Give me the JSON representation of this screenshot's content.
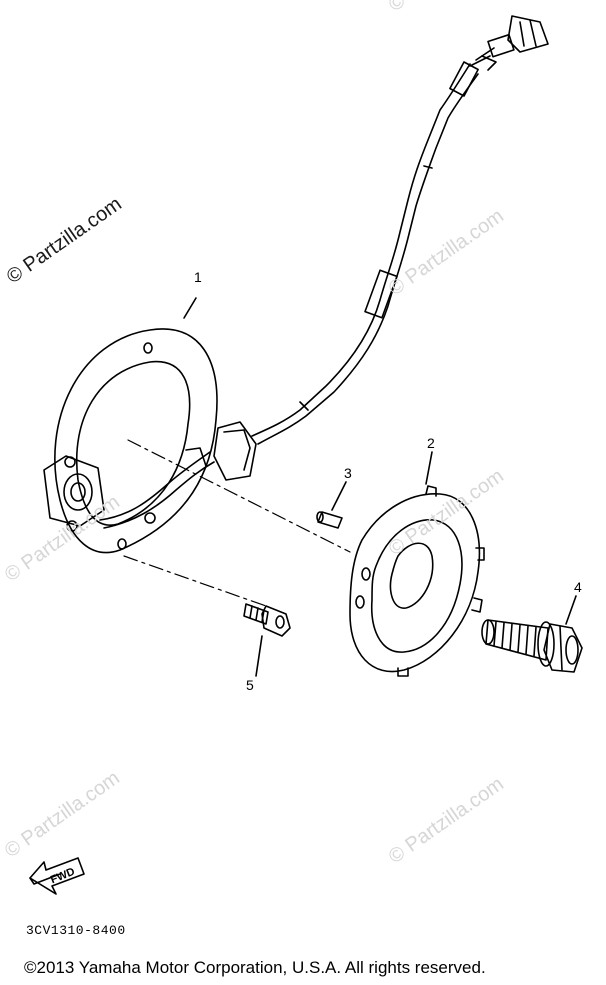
{
  "watermark": {
    "text": "© Partzilla.com"
  },
  "callouts": {
    "c1": "1",
    "c2": "2",
    "c3": "3",
    "c4": "4",
    "c5": "5"
  },
  "fwd_marker": {
    "label": "FWD",
    "icon": "fwd-arrow-icon"
  },
  "diagram_code": "3CV1310-8400",
  "copyright": "©2013  Yamaha Motor Corporation, U.S.A. All rights reserved."
}
